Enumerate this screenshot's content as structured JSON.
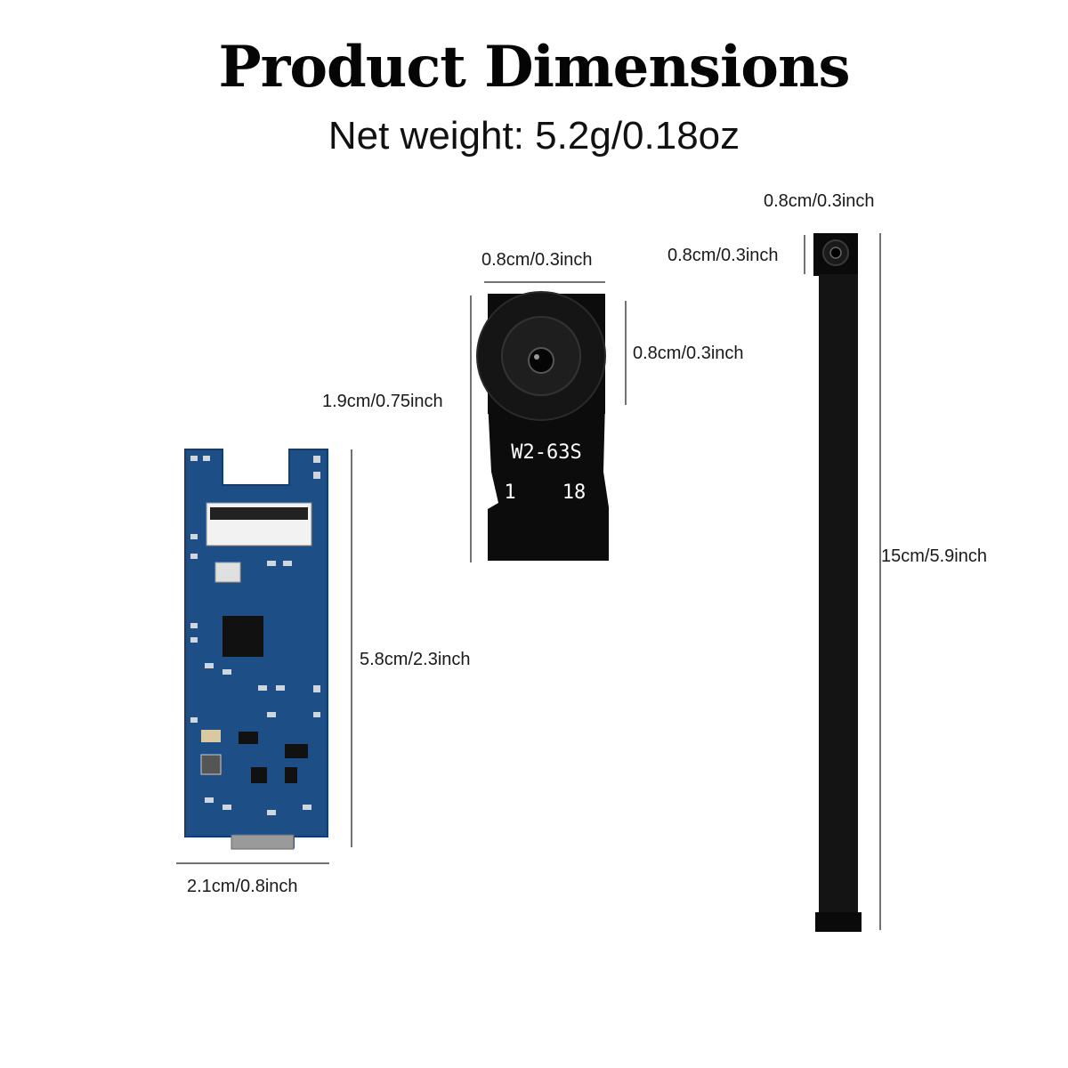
{
  "header": {
    "title": "Product Dimensions",
    "subtitle": "Net weight: 5.2g/0.18oz"
  },
  "board": {
    "height_label": "5.8cm/2.3inch",
    "width_label": "2.1cm/0.8inch",
    "color": "#1d4e86"
  },
  "lens": {
    "width_label": "0.8cm/0.3inch",
    "lens_height_label": "0.8cm/0.3inch",
    "total_height_label": "1.9cm/0.75inch",
    "marking_model": "W2-63S",
    "marking_left": "1",
    "marking_right": "18"
  },
  "cable_camera": {
    "width_label": "0.8cm/0.3inch",
    "head_label": "0.8cm/0.3inch",
    "length_label": "15cm/5.9inch"
  }
}
